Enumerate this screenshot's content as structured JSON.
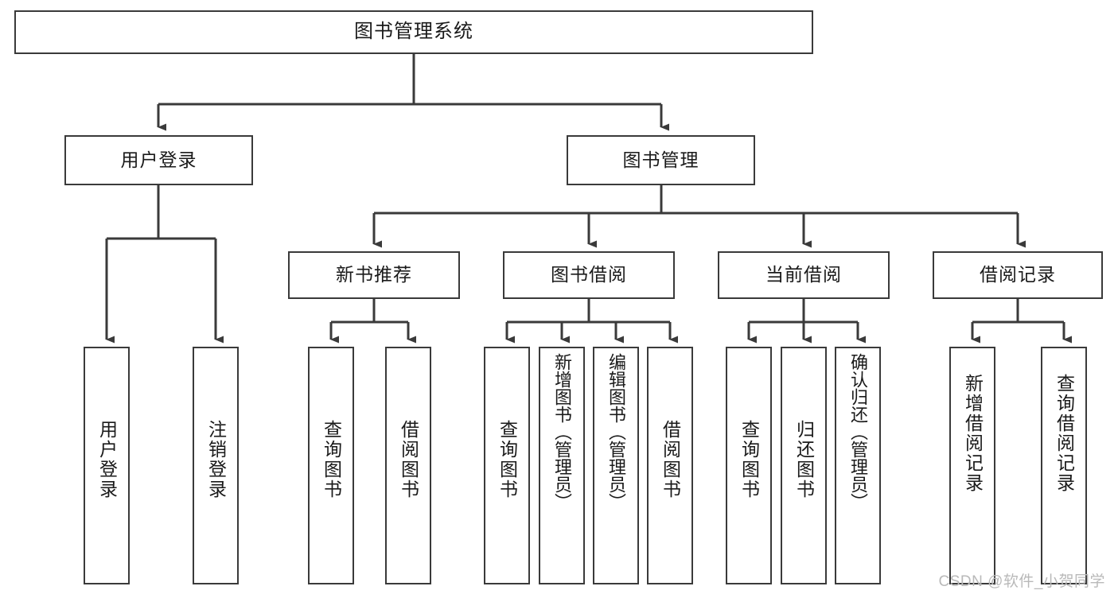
{
  "diagram": {
    "title": "图书管理系统",
    "type": "tree",
    "watermark": "CSDN @软件_小贺同学",
    "colors": {
      "stroke": "#3a3a3a",
      "fill": "#ffffff",
      "text": "#1a1a1a",
      "watermark": "#b9b9b9"
    },
    "levels": {
      "root": {
        "label": "图书管理系统"
      },
      "level2": [
        {
          "label": "用户登录"
        },
        {
          "label": "图书管理"
        }
      ],
      "level3": [
        {
          "label": "新书推荐"
        },
        {
          "label": "图书借阅"
        },
        {
          "label": "当前借阅"
        },
        {
          "label": "借阅记录"
        }
      ],
      "leaves": {
        "user_login": [
          {
            "label": "用户登录"
          },
          {
            "label": "注销登录"
          }
        ],
        "new_book_recommend": [
          {
            "label": "查询图书"
          },
          {
            "label": "借阅图书"
          }
        ],
        "book_borrow": [
          {
            "label": "查询图书"
          },
          {
            "label": "新增图书（管理员）"
          },
          {
            "label": "编辑图书（管理员）"
          },
          {
            "label": "借阅图书"
          }
        ],
        "current_borrow": [
          {
            "label": "查询图书"
          },
          {
            "label": "归还图书"
          },
          {
            "label": "确认归还（管理员）"
          }
        ],
        "borrow_record": [
          {
            "label": "新增借阅记录"
          },
          {
            "label": "查询借阅记录"
          }
        ]
      }
    }
  }
}
